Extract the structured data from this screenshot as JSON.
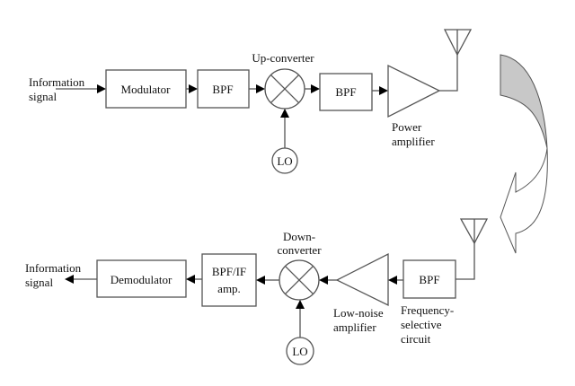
{
  "transmitter": {
    "input_label": [
      "Information",
      "signal"
    ],
    "modulator": "Modulator",
    "bpf1": "BPF",
    "upconverter_label": "Up-converter",
    "lo": "LO",
    "bpf2": "BPF",
    "power_amp_label": [
      "Power",
      "amplifier"
    ]
  },
  "receiver": {
    "output_label": [
      "Information",
      "signal"
    ],
    "demodulator": "Demodulator",
    "bpf_if": [
      "BPF/IF",
      "amp."
    ],
    "downconverter_label": [
      "Down-",
      "converter"
    ],
    "lo": "LO",
    "lna_label": [
      "Low-noise",
      "amplifier"
    ],
    "bpf3": "BPF",
    "freq_sel_label": [
      "Frequency-",
      "selective",
      "circuit"
    ]
  },
  "colors": {
    "line": "#555555",
    "arrow_fill": "#c8c8c8"
  }
}
